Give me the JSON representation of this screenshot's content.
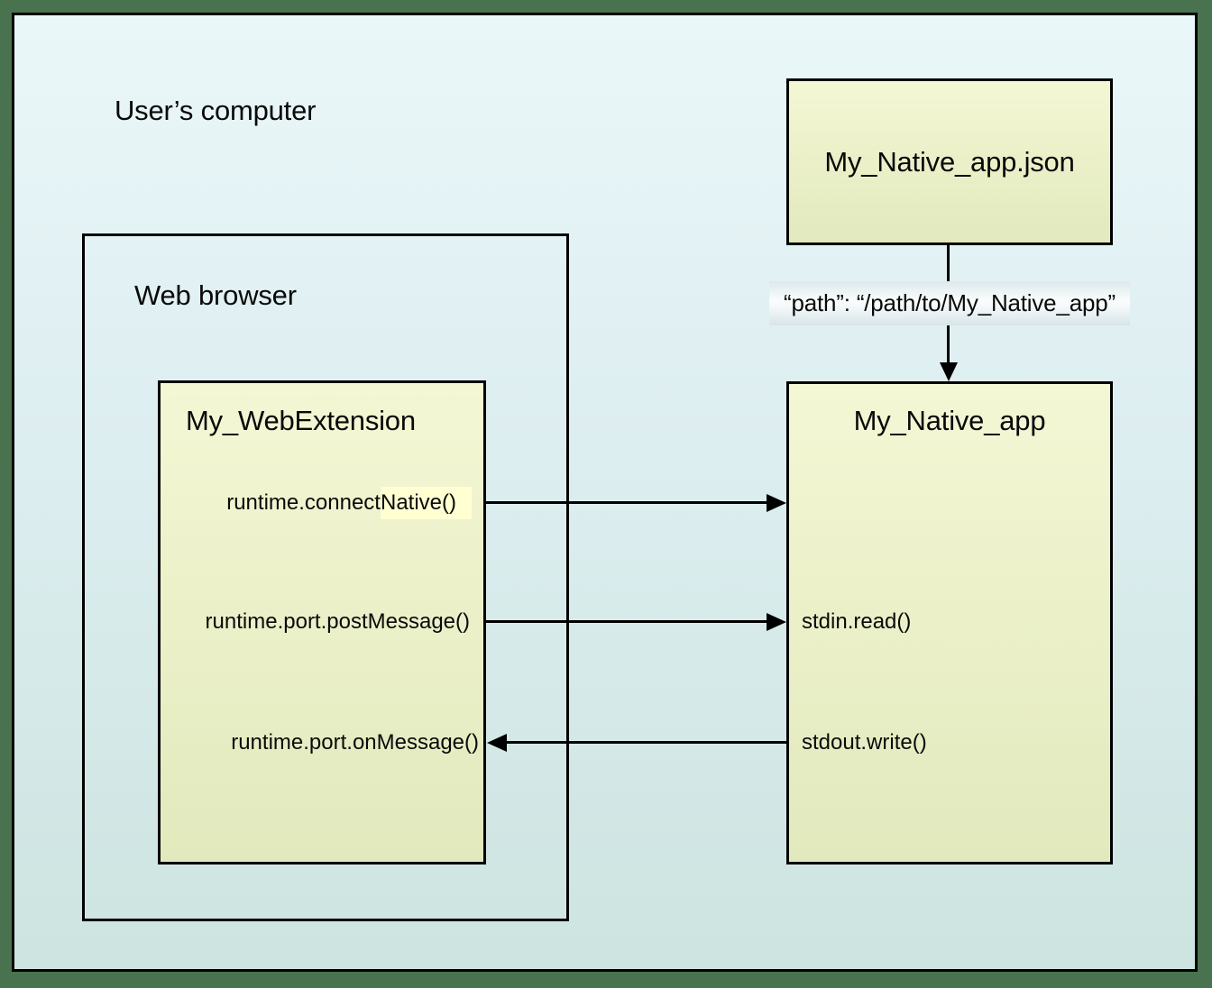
{
  "colors": {
    "frame_green": "#49724f",
    "panel_bg_top": "#eaf7f9",
    "panel_bg_mid": "#ddeef0",
    "panel_bg_bottom": "#cde4e0",
    "box_yellow_top": "#f4f7d4",
    "box_yellow_bottom": "#e2e9bd",
    "highlight_yellow": "#ffffd2",
    "path_bar_top": "#dde9eb",
    "path_bar_mid": "#fbfdfd",
    "path_bar_bottom": "#d8e5e7",
    "line_black": "#000000"
  },
  "labels": {
    "users_computer": "User’s computer",
    "web_browser": "Web browser"
  },
  "webextension": {
    "title": "My_WebExtension",
    "connect_native_prefix": "runtime.connect",
    "connect_native_highlighted": "Native()",
    "post_message": "runtime.port.postMessage()",
    "on_message": "runtime.port.onMessage()"
  },
  "native_manifest": {
    "title": "My_Native_app.json",
    "path_annotation": "“path”: “/path/to/My_Native_app”"
  },
  "native_app": {
    "title": "My_Native_app",
    "stdin_read": "stdin.read()",
    "stdout_write": "stdout.write()"
  },
  "arrows": [
    {
      "from": "runtime.connectNative()",
      "to": "My_Native_app",
      "direction": "left-to-right"
    },
    {
      "from": "runtime.port.postMessage()",
      "to": "stdin.read()",
      "direction": "left-to-right"
    },
    {
      "from": "stdout.write()",
      "to": "runtime.port.onMessage()",
      "direction": "right-to-left"
    },
    {
      "from": "My_Native_app.json",
      "to": "My_Native_app",
      "direction": "top-to-bottom"
    }
  ]
}
